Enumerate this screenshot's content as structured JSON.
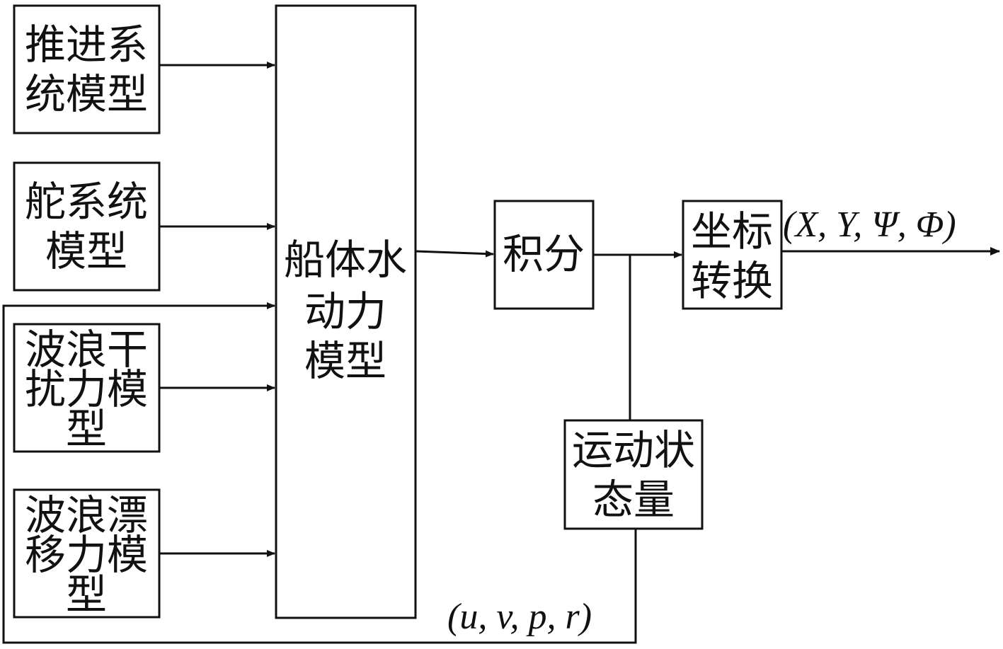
{
  "blocks": {
    "propulsion": {
      "lines": [
        "推进系",
        "统模型"
      ]
    },
    "rudder": {
      "lines": [
        "舵系统",
        "模型"
      ]
    },
    "wave_force": {
      "lines": [
        "波浪干",
        "扰力模",
        "型"
      ]
    },
    "wave_drift": {
      "lines": [
        "波浪漂",
        "移力模",
        "型"
      ]
    },
    "hull": {
      "lines": [
        "船体水",
        "动力",
        "模型"
      ]
    },
    "integration": {
      "lines": [
        "积分"
      ]
    },
    "coord": {
      "lines": [
        "坐标",
        "转换"
      ]
    },
    "motion_state": {
      "lines": [
        "运动状",
        "态量"
      ]
    }
  },
  "labels": {
    "output": "(X, Y, Ψ, Φ)",
    "feedback": "(u, v, p, r)"
  },
  "colors": {
    "stroke": "#111111",
    "background": "#ffffff"
  }
}
